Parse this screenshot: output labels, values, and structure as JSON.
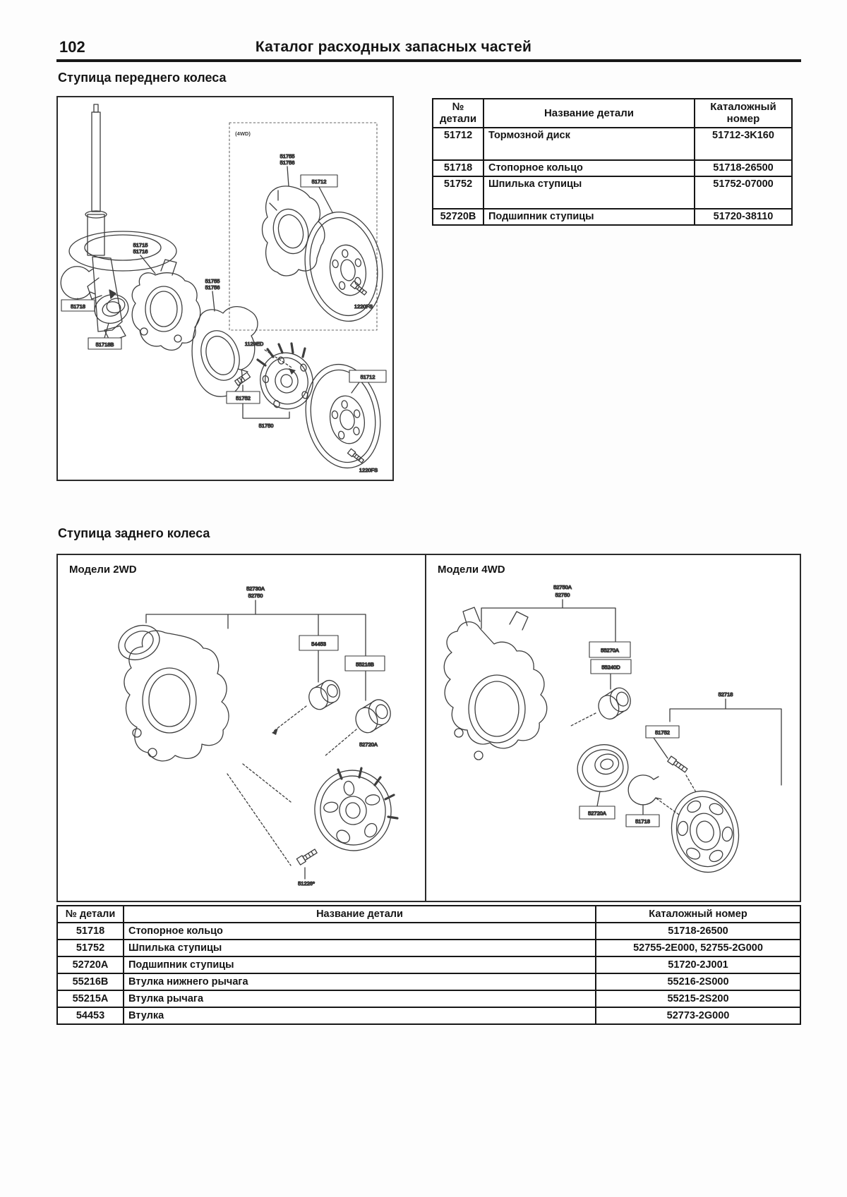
{
  "page": {
    "number": "102",
    "title": "Каталог расходных запасных частей"
  },
  "front": {
    "heading": "Ступица переднего колеса",
    "diagram": {
      "fourwd": "(4WD)",
      "knuckle_top": "51715",
      "knuckle_bottom": "51716",
      "shield_top": "51755",
      "shield_bottom": "51756",
      "disc_box": "51712",
      "bolt_label": "1220FS",
      "snap_box": "51718",
      "bearing_box": "51718B",
      "arrow_label": "1129ED",
      "stud_box": "51752",
      "hub_label": "51750"
    },
    "table": {
      "h1": "№\nдетали",
      "h2": "Название детали",
      "h3": "Каталожный\nномер",
      "rows": [
        {
          "num": "51712",
          "name": "Тормозной диск",
          "cat": "51712-3K160"
        },
        {
          "num": "51718",
          "name": "Стопорное кольцо",
          "cat": "51718-26500"
        },
        {
          "num": "51752",
          "name": "Шпилька ступицы",
          "cat": "51752-07000"
        },
        {
          "num": "52720B",
          "name": "Подшипник ступицы",
          "cat": "51720-38110"
        }
      ]
    }
  },
  "rear": {
    "heading": "Ступица заднего колеса",
    "twowd": {
      "title": "Модели 2WD",
      "top1": "52730A",
      "top2": "52750",
      "box1": "54453",
      "box2": "55216B",
      "bearing_label": "52720A",
      "bolt_label": "51226*"
    },
    "fourwd": {
      "title": "Модели 4WD",
      "top1": "52750A",
      "top2": "52750",
      "stack1": "55270A",
      "stack2": "55240D",
      "hub_label": "52718",
      "bearing_box": "52720A",
      "snap_box": "51718",
      "bolt_box": "51752"
    },
    "table": {
      "h1": "№ детали",
      "h2": "Название детали",
      "h3": "Каталожный номер",
      "rows": [
        {
          "num": "51718",
          "name": "Стопорное кольцо",
          "cat": "51718-26500"
        },
        {
          "num": "51752",
          "name": "Шпилька ступицы",
          "cat": "52755-2E000, 52755-2G000"
        },
        {
          "num": "52720A",
          "name": "Подшипник ступицы",
          "cat": "51720-2J001"
        },
        {
          "num": "55216B",
          "name": "Втулка нижнего рычага",
          "cat": "55216-2S000"
        },
        {
          "num": "55215A",
          "name": "Втулка рычага",
          "cat": "55215-2S200"
        },
        {
          "num": "54453",
          "name": "Втулка",
          "cat": "52773-2G000"
        }
      ]
    }
  }
}
